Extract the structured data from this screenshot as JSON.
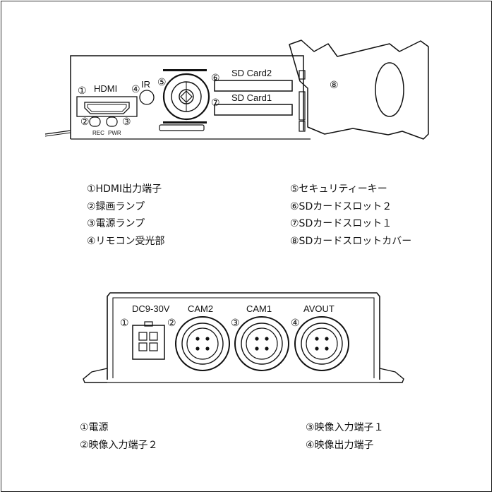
{
  "front_panel": {
    "labels": {
      "hdmi": "HDMI",
      "ir": "IR",
      "sd2": "SD Card2",
      "sd1": "SD Card1",
      "rec": "REC",
      "pwr": "PWR"
    },
    "markers": {
      "m1": "①",
      "m2": "②",
      "m3": "③",
      "m4": "④",
      "m5": "⑤",
      "m6": "⑥",
      "m7": "⑦",
      "m8": "⑧"
    },
    "legend_left": [
      "①HDMI出力端子",
      "②録画ランプ",
      "③電源ランプ",
      "④リモコン受光部"
    ],
    "legend_right": [
      "⑤セキュリティーキー",
      "⑥SDカードスロット２",
      "⑦SDカードスロット１",
      "⑧SDカードスロットカバー"
    ]
  },
  "rear_panel": {
    "labels": {
      "dc": "DC9-30V",
      "cam2": "CAM2",
      "cam1": "CAM1",
      "avout": "AVOUT"
    },
    "markers": {
      "m1": "①",
      "m2": "②",
      "m3": "③",
      "m4": "④"
    },
    "legend_left": [
      "①電源",
      "②映像入力端子２"
    ],
    "legend_right": [
      "③映像入力端子１",
      "④映像出力端子"
    ]
  }
}
